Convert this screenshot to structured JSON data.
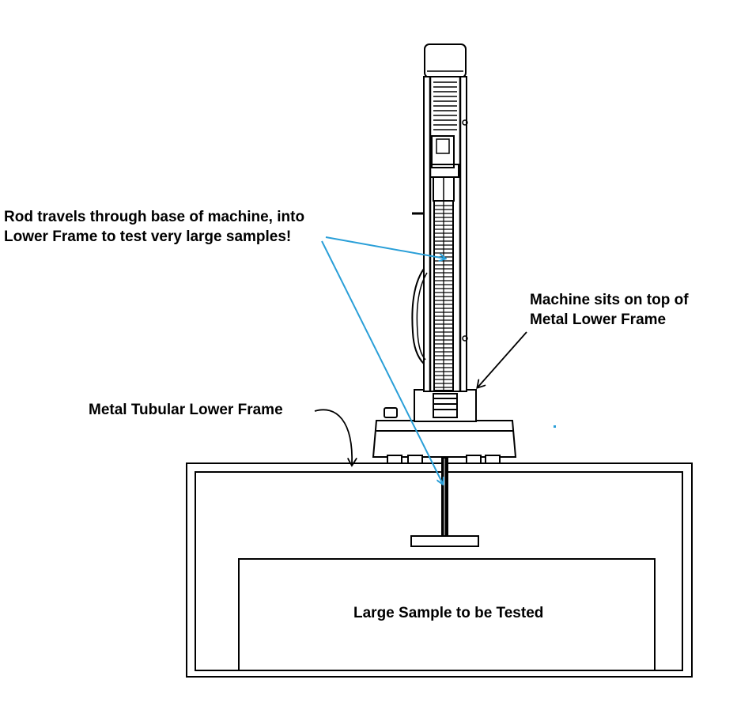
{
  "annotations": {
    "rod_line1": "Rod travels through base of machine, into",
    "rod_line2": "Lower Frame to test very large samples!",
    "machine_line1": "Machine sits on top of",
    "machine_line2": "Metal Lower Frame",
    "frame_label": "Metal Tubular Lower Frame",
    "sample_label": "Large Sample to be Tested"
  },
  "colors": {
    "line": "#000000",
    "arrow": "#2a9fd8",
    "background": "#ffffff"
  }
}
